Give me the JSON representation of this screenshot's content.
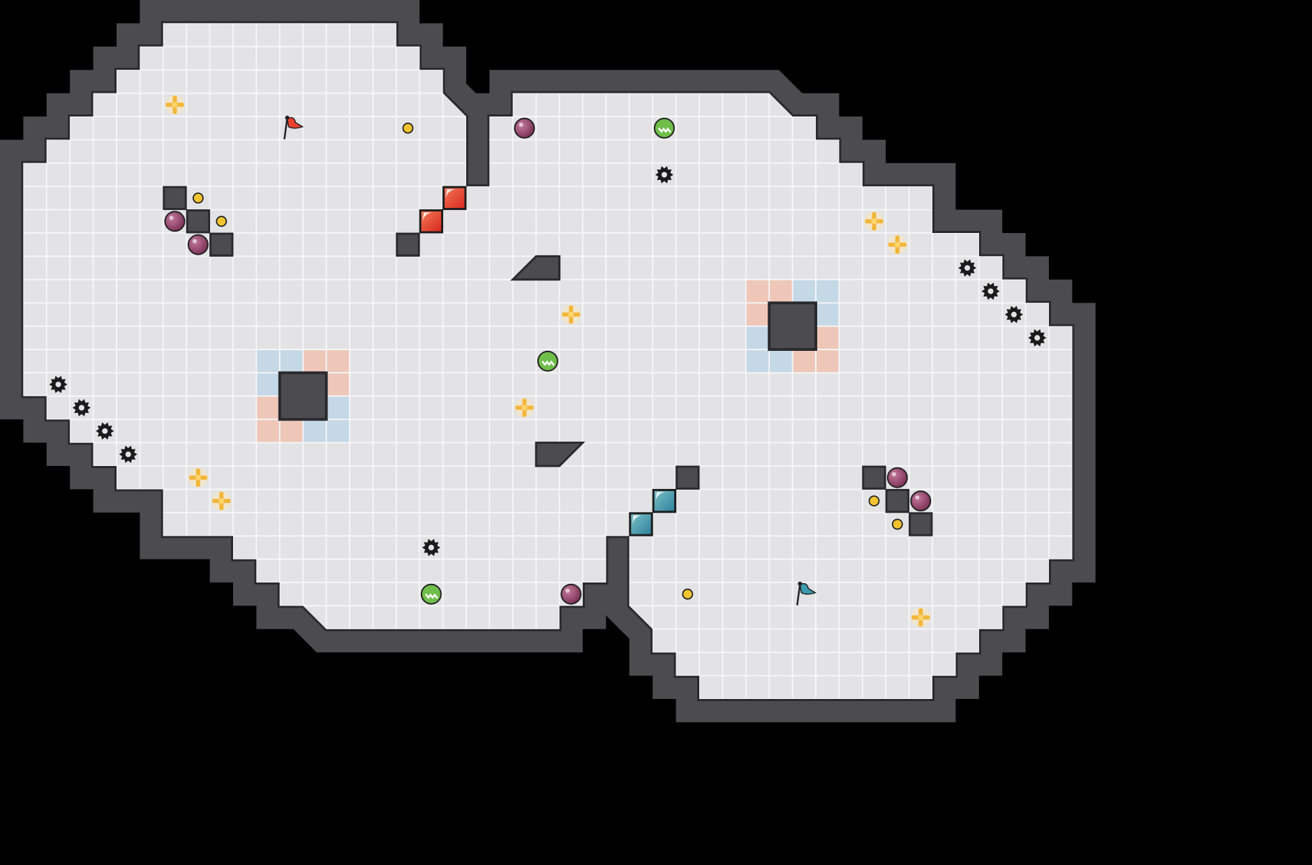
{
  "title": "",
  "palette": {
    "background": "#000000",
    "floor": "#e3e3e6",
    "floor_grid": "#f6f6f8",
    "wall": "#4b4b50",
    "wall_edge": "#2a2a2e",
    "wall_inner_line": "#6a6a70",
    "red_team": "#e8402c",
    "red_zone": "#eec7b8",
    "blue_team": "#3e9ab0",
    "blue_zone": "#c4d8e6",
    "boost": "#f2b63a",
    "mine": "#1b1b1b",
    "powerup": "#6fbe4a",
    "bomb": "#9a4a72",
    "coin": "#f4c430"
  },
  "map": {
    "grid": {
      "columns": 47,
      "rows": 31
    },
    "walls": [
      {
        "kind": "block",
        "cell": [
          7,
          8
        ]
      },
      {
        "kind": "block",
        "cell": [
          8,
          9
        ]
      },
      {
        "kind": "block",
        "cell": [
          9,
          10
        ]
      },
      {
        "kind": "block",
        "cell": [
          17,
          10
        ]
      },
      {
        "kind": "block",
        "cell": [
          29,
          20
        ]
      },
      {
        "kind": "block",
        "cell": [
          37,
          20
        ]
      },
      {
        "kind": "block",
        "cell": [
          38,
          21
        ]
      },
      {
        "kind": "block",
        "cell": [
          39,
          22
        ]
      },
      {
        "kind": "pillar",
        "cell": [
          12,
          16
        ]
      },
      {
        "kind": "pillar",
        "cell": [
          33,
          13
        ]
      },
      {
        "kind": "ramp",
        "cell": [
          22,
          11
        ],
        "facing": "left"
      },
      {
        "kind": "ramp",
        "cell": [
          23,
          19
        ],
        "facing": "right"
      }
    ],
    "zones": [
      {
        "team": "blue",
        "cell": [
          11,
          15
        ]
      },
      {
        "team": "blue",
        "cell": [
          12,
          15
        ]
      },
      {
        "team": "red",
        "cell": [
          13,
          15
        ]
      },
      {
        "team": "red",
        "cell": [
          14,
          15
        ]
      },
      {
        "team": "blue",
        "cell": [
          11,
          16
        ]
      },
      {
        "team": "red",
        "cell": [
          14,
          16
        ]
      },
      {
        "team": "red",
        "cell": [
          11,
          17
        ]
      },
      {
        "team": "blue",
        "cell": [
          14,
          17
        ]
      },
      {
        "team": "red",
        "cell": [
          11,
          18
        ]
      },
      {
        "team": "red",
        "cell": [
          12,
          18
        ]
      },
      {
        "team": "blue",
        "cell": [
          13,
          18
        ]
      },
      {
        "team": "blue",
        "cell": [
          14,
          18
        ]
      },
      {
        "team": "red",
        "cell": [
          32,
          12
        ]
      },
      {
        "team": "red",
        "cell": [
          33,
          12
        ]
      },
      {
        "team": "blue",
        "cell": [
          34,
          12
        ]
      },
      {
        "team": "blue",
        "cell": [
          35,
          12
        ]
      },
      {
        "team": "red",
        "cell": [
          32,
          13
        ]
      },
      {
        "team": "blue",
        "cell": [
          35,
          13
        ]
      },
      {
        "team": "blue",
        "cell": [
          32,
          14
        ]
      },
      {
        "team": "red",
        "cell": [
          35,
          14
        ]
      },
      {
        "team": "blue",
        "cell": [
          32,
          15
        ]
      },
      {
        "team": "blue",
        "cell": [
          33,
          15
        ]
      },
      {
        "team": "red",
        "cell": [
          34,
          15
        ]
      },
      {
        "team": "red",
        "cell": [
          35,
          15
        ]
      }
    ],
    "objects": [
      {
        "type": "red-flag",
        "cell": [
          12,
          5
        ]
      },
      {
        "type": "blue-flag",
        "cell": [
          34,
          25
        ]
      },
      {
        "type": "red-gate",
        "cell": [
          19,
          8
        ]
      },
      {
        "type": "red-gate",
        "cell": [
          18,
          9
        ]
      },
      {
        "type": "blue-gate",
        "cell": [
          28,
          21
        ]
      },
      {
        "type": "blue-gate",
        "cell": [
          27,
          22
        ]
      },
      {
        "type": "boost",
        "cell": [
          7,
          4
        ]
      },
      {
        "type": "boost",
        "cell": [
          24,
          13
        ]
      },
      {
        "type": "boost",
        "cell": [
          22,
          17
        ]
      },
      {
        "type": "boost",
        "cell": [
          8,
          20
        ]
      },
      {
        "type": "boost",
        "cell": [
          9,
          21
        ]
      },
      {
        "type": "boost",
        "cell": [
          37,
          9
        ]
      },
      {
        "type": "boost",
        "cell": [
          38,
          10
        ]
      },
      {
        "type": "boost",
        "cell": [
          39,
          26
        ]
      },
      {
        "type": "mine",
        "cell": [
          2,
          16
        ]
      },
      {
        "type": "mine",
        "cell": [
          3,
          17
        ]
      },
      {
        "type": "mine",
        "cell": [
          4,
          18
        ]
      },
      {
        "type": "mine",
        "cell": [
          5,
          19
        ]
      },
      {
        "type": "mine",
        "cell": [
          28,
          7
        ]
      },
      {
        "type": "mine",
        "cell": [
          18,
          23
        ]
      },
      {
        "type": "mine",
        "cell": [
          41,
          11
        ]
      },
      {
        "type": "mine",
        "cell": [
          42,
          12
        ]
      },
      {
        "type": "mine",
        "cell": [
          43,
          13
        ]
      },
      {
        "type": "mine",
        "cell": [
          44,
          14
        ]
      },
      {
        "type": "powerup",
        "cell": [
          28,
          5
        ]
      },
      {
        "type": "powerup",
        "cell": [
          23,
          15
        ]
      },
      {
        "type": "powerup",
        "cell": [
          18,
          25
        ]
      },
      {
        "type": "bomb",
        "cell": [
          22,
          5
        ]
      },
      {
        "type": "bomb",
        "cell": [
          7,
          9
        ]
      },
      {
        "type": "bomb",
        "cell": [
          8,
          10
        ]
      },
      {
        "type": "bomb",
        "cell": [
          24,
          25
        ]
      },
      {
        "type": "bomb",
        "cell": [
          38,
          20
        ]
      },
      {
        "type": "bomb",
        "cell": [
          39,
          21
        ]
      },
      {
        "type": "coin",
        "cell": [
          17,
          5
        ]
      },
      {
        "type": "coin",
        "cell": [
          8,
          8
        ]
      },
      {
        "type": "coin",
        "cell": [
          9,
          9
        ]
      },
      {
        "type": "coin",
        "cell": [
          29,
          25
        ]
      },
      {
        "type": "coin",
        "cell": [
          37,
          21
        ]
      },
      {
        "type": "coin",
        "cell": [
          38,
          22
        ]
      }
    ]
  }
}
